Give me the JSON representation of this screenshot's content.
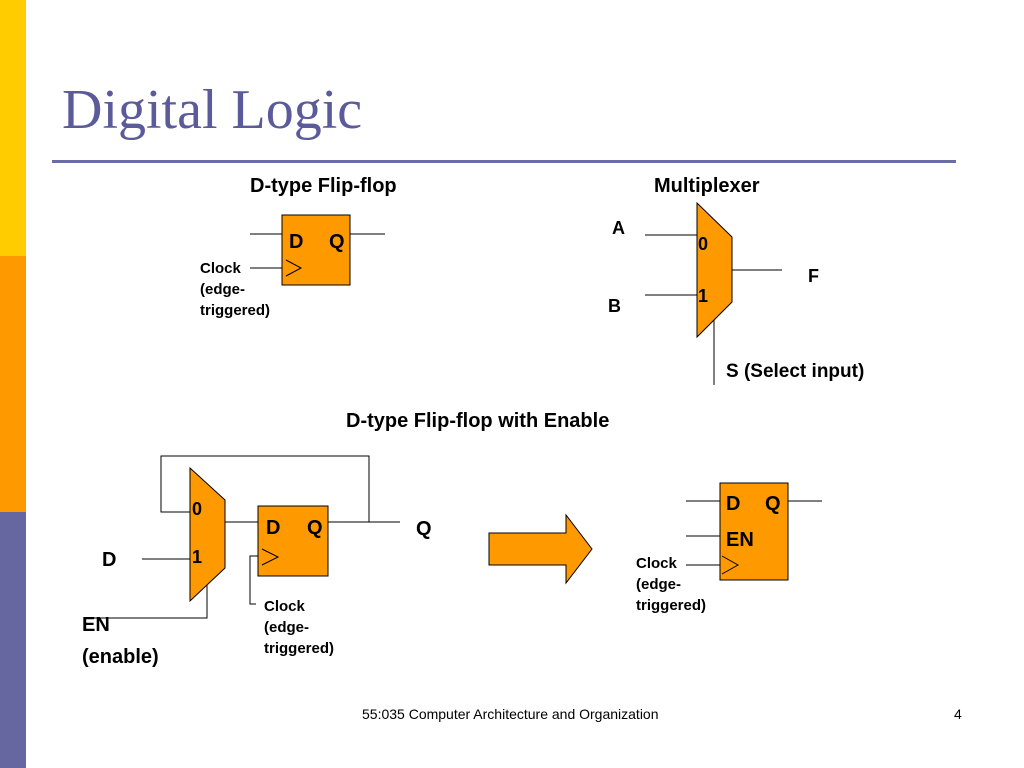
{
  "slide": {
    "title": "Digital Logic",
    "footer_course": "55:035 Computer Architecture and Organization",
    "page_number": "4",
    "colors": {
      "block_fill": "#FF9900",
      "title": "#5B5B9B",
      "bar_top": "#FFCC00",
      "bar_mid": "#FF9900",
      "bar_bottom": "#6666A0"
    }
  },
  "flipflop": {
    "heading": "D-type Flip-flop",
    "d_label": "D",
    "q_label": "Q",
    "clock_line1": "Clock",
    "clock_line2": "(edge-",
    "clock_line3": "triggered)"
  },
  "mux": {
    "heading": "Multiplexer",
    "input_a": "A",
    "input_b": "B",
    "sel0": "0",
    "sel1": "1",
    "output": "F",
    "select": "S (Select input)"
  },
  "enable": {
    "heading": "D-type Flip-flop with Enable",
    "mux_sel0": "0",
    "mux_sel1": "1",
    "d_input": "D",
    "en_line1": "EN",
    "en_line2": "(enable)",
    "ff_d": "D",
    "ff_q": "Q",
    "q_output": "Q",
    "clock_line1": "Clock",
    "clock_line2": "(edge-",
    "clock_line3": "triggered)",
    "arrow_icon": "right-arrow-icon"
  },
  "enable_ff": {
    "d_label": "D",
    "q_label": "Q",
    "en_label": "EN",
    "clock_line1": "Clock",
    "clock_line2": "(edge-",
    "clock_line3": "triggered)"
  }
}
